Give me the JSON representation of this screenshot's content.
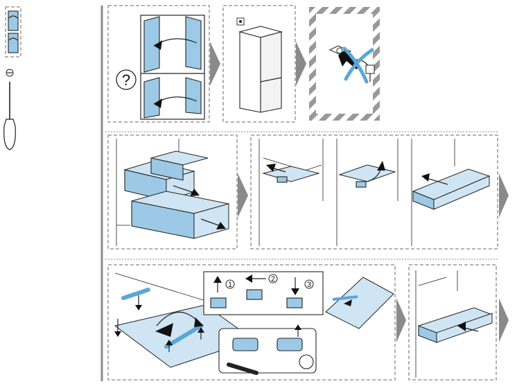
{
  "question_mark": "?",
  "step_numbers": [
    "1",
    "2",
    "3"
  ],
  "colors": {
    "accent_blue": "#9cc9e6",
    "light_blue": "#cfe5f3",
    "line": "#222222",
    "separator": "#8a8a8a",
    "hatch": "#999999"
  },
  "icons": {
    "tool": "screwdriver-icon",
    "socket": "power-socket-icon",
    "forbidden": "cross-icon"
  }
}
